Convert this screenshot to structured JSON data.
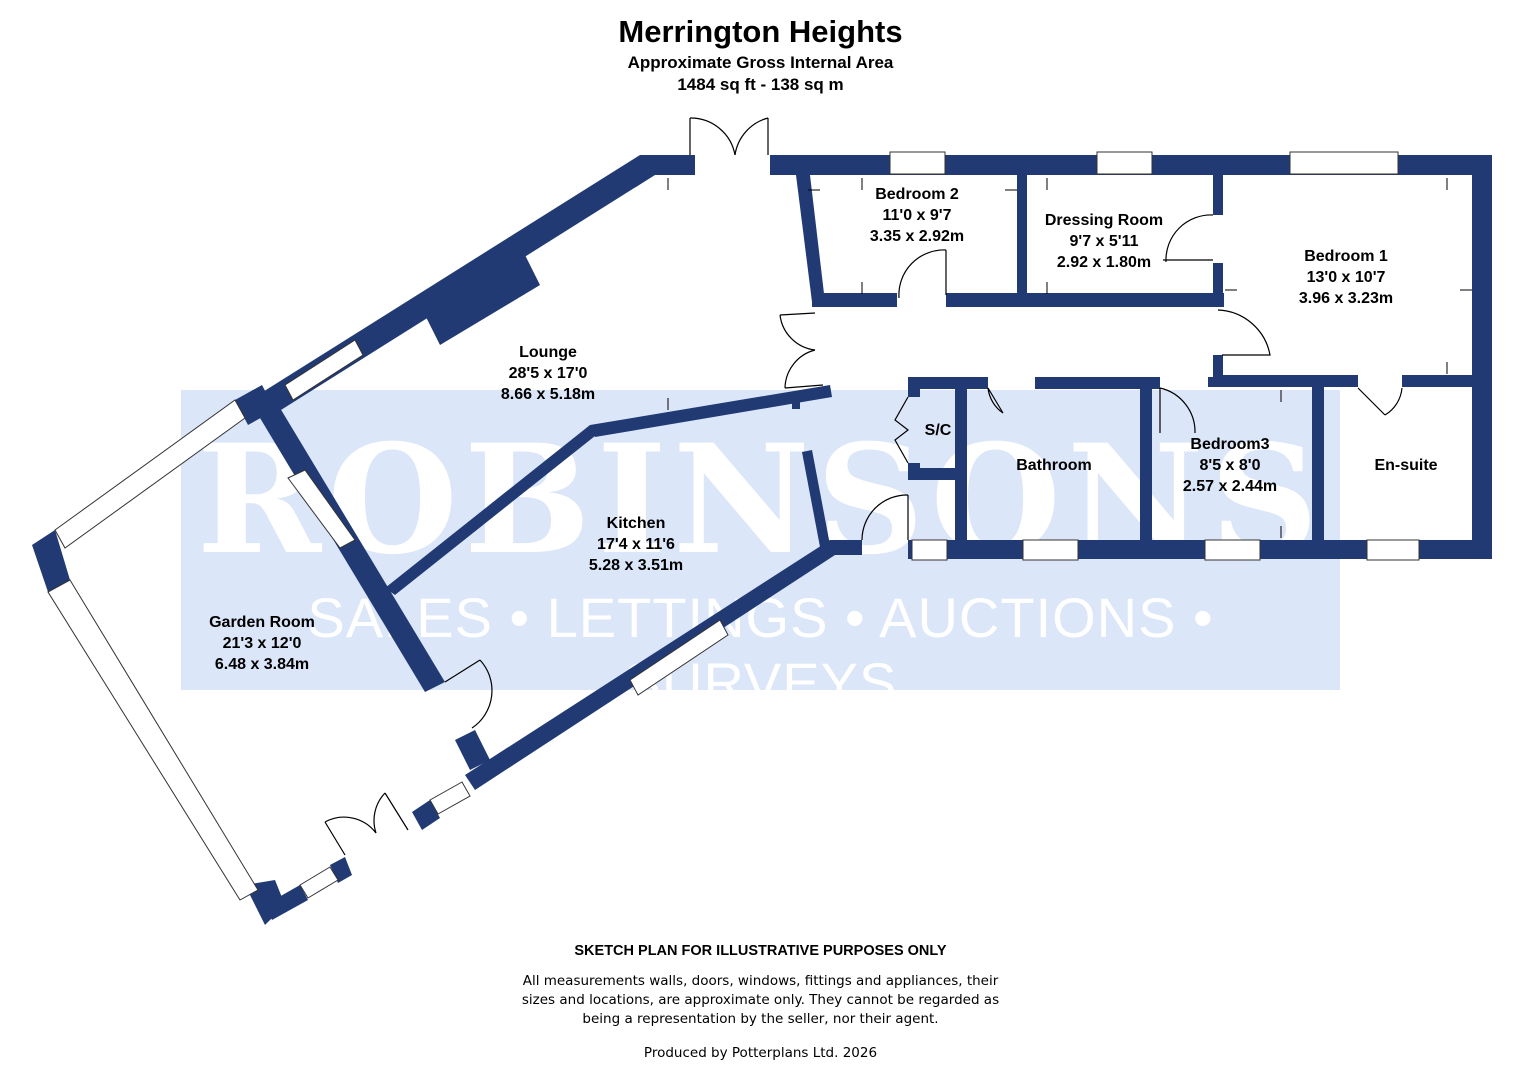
{
  "header": {
    "title": "Merrington Heights",
    "subtitle": "Approximate Gross Internal Area",
    "area": "1484 sq ft - 138 sq m"
  },
  "watermark": {
    "brand": "ROBINSONS",
    "tagline": "SALES • LETTINGS • AUCTIONS • SURVEYS",
    "background_color": "#dbe6f8"
  },
  "colors": {
    "wall": "#213a73",
    "text": "#000000",
    "background": "#ffffff"
  },
  "rooms": {
    "lounge": {
      "name": "Lounge",
      "imperial": "28'5 x 17'0",
      "metric": "8.66 x 5.18m"
    },
    "bedroom2": {
      "name": "Bedroom 2",
      "imperial": "11'0 x 9'7",
      "metric": "3.35 x 2.92m"
    },
    "dressing": {
      "name": "Dressing Room",
      "imperial": "9'7 x 5'11",
      "metric": "2.92 x 1.80m"
    },
    "bedroom1": {
      "name": "Bedroom 1",
      "imperial": "13'0 x 10'7",
      "metric": "3.96 x 3.23m"
    },
    "sc": {
      "name": "S/C"
    },
    "bathroom": {
      "name": "Bathroom"
    },
    "bedroom3": {
      "name": "Bedroom3",
      "imperial": "8'5 x 8'0",
      "metric": "2.57 x 2.44m"
    },
    "ensuite": {
      "name": "En-suite"
    },
    "kitchen": {
      "name": "Kitchen",
      "imperial": "17'4 x 11'6",
      "metric": "5.28 x 3.51m"
    },
    "garden": {
      "name": "Garden Room",
      "imperial": "21'3 x 12'0",
      "metric": "6.48 x 3.84m"
    }
  },
  "footer": {
    "disclaimer_title": "SKETCH PLAN FOR ILLUSTRATIVE PURPOSES ONLY",
    "disclaimer_line1": "All measurements walls, doors, windows, fittings and appliances, their",
    "disclaimer_line2": "sizes and locations, are approximate only. They cannot be regarded as",
    "disclaimer_line3": "being a representation by the seller, nor their agent.",
    "producer": "Produced by Potterplans Ltd. 2026"
  }
}
